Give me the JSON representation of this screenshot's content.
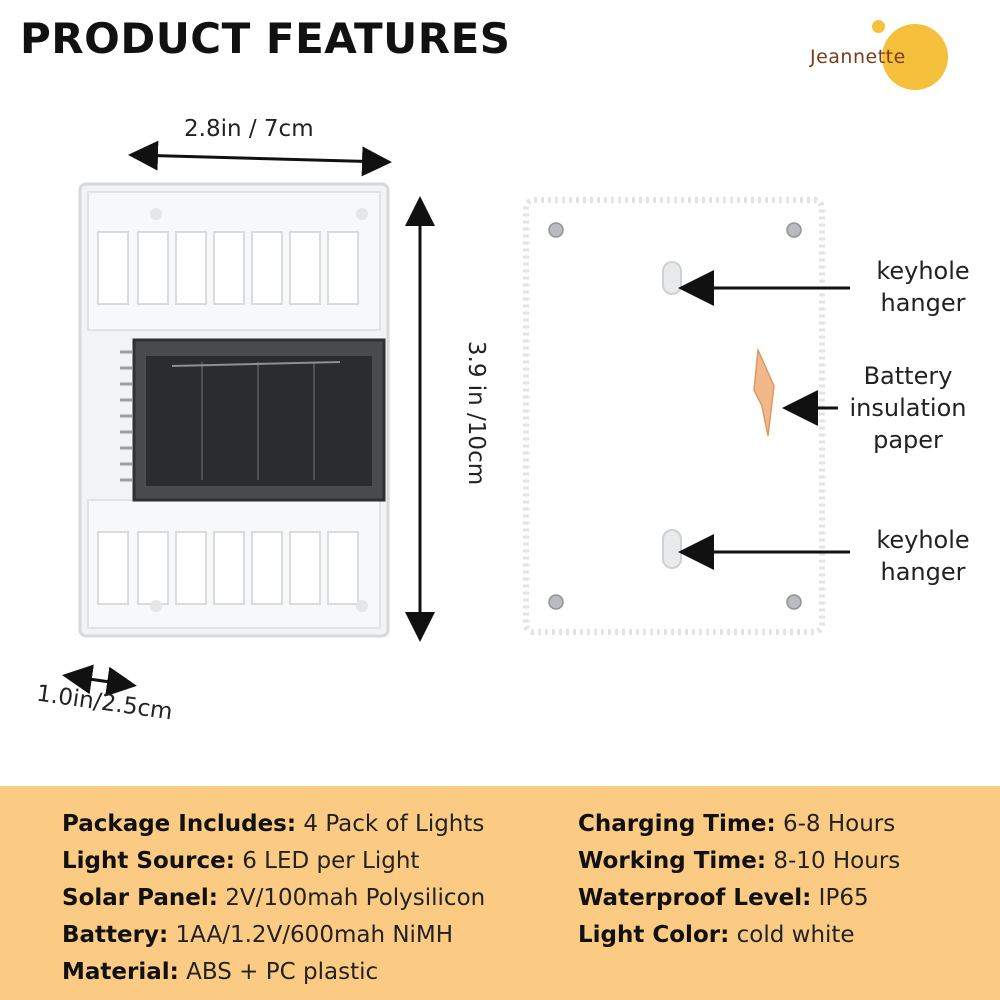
{
  "header": {
    "title": "PRODUCT FEATURES",
    "brand": "Jeannette",
    "brand_color": "#7a3b18",
    "sun_color": "#f5c13d"
  },
  "dimensions": {
    "width": "2.8in / 7cm",
    "height": "3.9 in /10cm",
    "depth": "1.0in/2.5cm"
  },
  "callouts": {
    "keyhole_top": [
      "keyhole",
      "hanger"
    ],
    "battery": [
      "Battery",
      "insulation",
      "paper"
    ],
    "keyhole_bottom": [
      "keyhole",
      "hanger"
    ]
  },
  "specs": {
    "band_color": "#fccb83",
    "left": [
      {
        "label": "Package Includes:",
        "value": "4 Pack of Lights"
      },
      {
        "label": "Light Source:",
        "value": "6 LED per Light"
      },
      {
        "label": "Solar Panel:",
        "value": "2V/100mah Polysilicon"
      },
      {
        "label": "Battery:",
        "value": "1AA/1.2V/600mah NiMH"
      },
      {
        "label": "Material:",
        "value": "ABS + PC plastic"
      }
    ],
    "right": [
      {
        "label": "Charging Time:",
        "value": "6-8 Hours"
      },
      {
        "label": "Working Time:",
        "value": "8-10 Hours"
      },
      {
        "label": "Waterproof Level:",
        "value": "IP65"
      },
      {
        "label": "Light Color:",
        "value": "cold white"
      }
    ]
  }
}
